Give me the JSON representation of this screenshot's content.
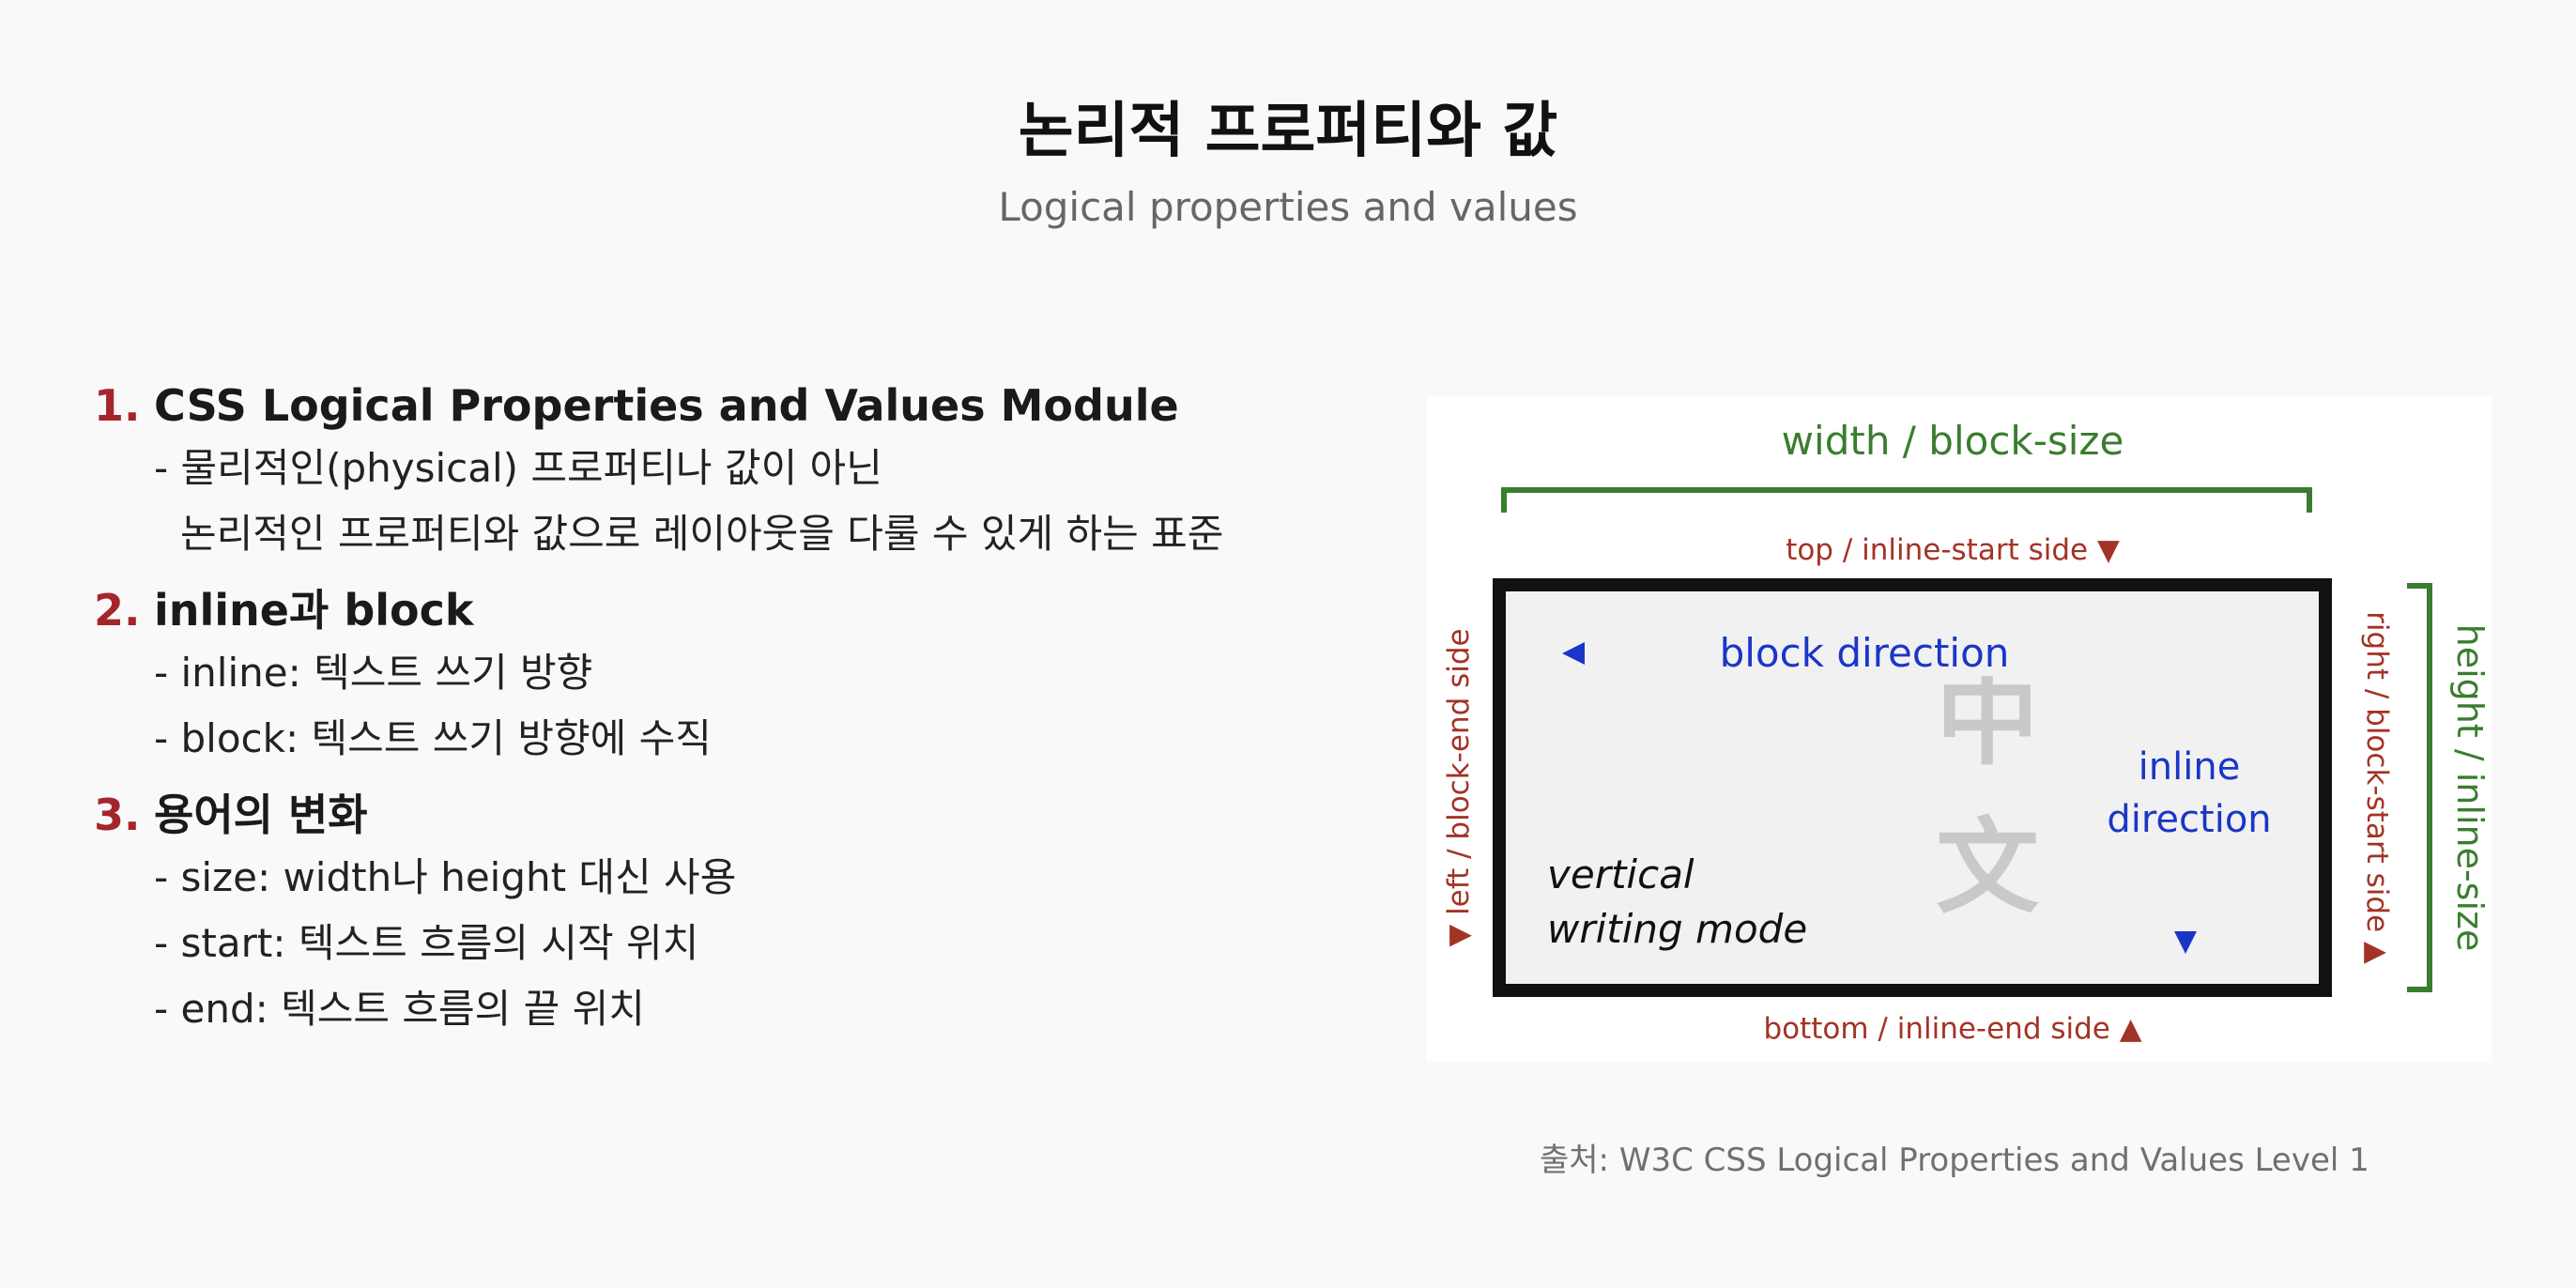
{
  "header": {
    "title": "논리적 프로퍼티와 값",
    "subtitle": "Logical properties and values"
  },
  "sections": [
    {
      "number": "1.",
      "heading": "CSS Logical Properties and Values Module",
      "lines": [
        "- 물리적인(physical) 프로퍼티나 값이 아닌",
        "논리적인 프로퍼티와 값으로 레이아웃을 다룰 수 있게 하는 표준"
      ]
    },
    {
      "number": "2.",
      "heading": "inline과 block",
      "lines": [
        "- inline: 텍스트 쓰기 방향",
        "- block: 텍스트 쓰기 방향에 수직"
      ]
    },
    {
      "number": "3.",
      "heading": "용어의 변화",
      "lines": [
        "- size: width나 height 대신 사용",
        "- start: 텍스트 흐름의 시작 위치",
        "- end: 텍스트 흐름의 끝 위치"
      ]
    }
  ],
  "diagram": {
    "top_size_label": "width / block-size",
    "top_side_label": "top / inline-start side ▼",
    "bottom_side_label": "bottom / inline-end side ▲",
    "left_side_label": "▼ left / block-end side",
    "right_side_label": "right / block-start side ▲",
    "right_size_label": "height / inline-size",
    "block_direction": "block direction",
    "inline_direction_1": "inline",
    "inline_direction_2": "direction",
    "writing_mode_1": "vertical",
    "writing_mode_2": "writing mode",
    "cjk_1": "中",
    "cjk_2": "文",
    "colors": {
      "size": "#3a7d2f",
      "side": "#a33326",
      "direction": "#1a36c8",
      "box_border": "#111111",
      "box_fill": "#f1f1f1",
      "cjk": "#c9c9c9"
    }
  },
  "caption": "출처: W3C CSS Logical Properties and Values Level 1",
  "accent": "#a4262c"
}
